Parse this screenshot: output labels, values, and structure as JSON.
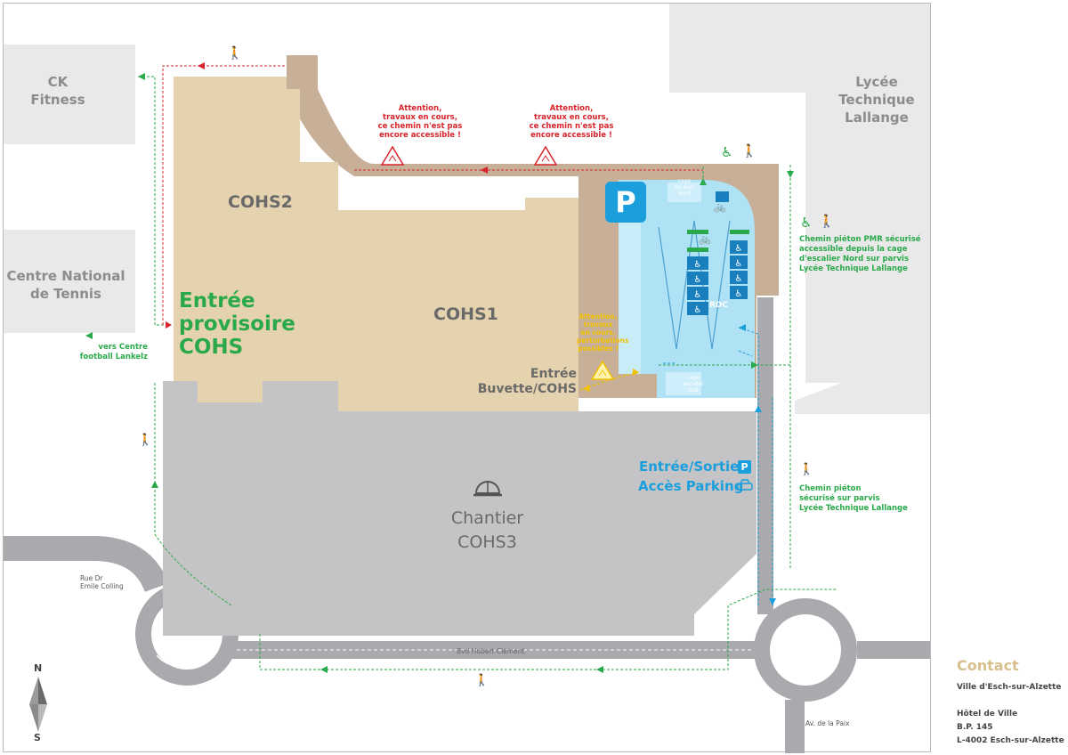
{
  "buildings": {
    "ck_fitness": "CK\nFitness",
    "lycee": "Lycée\nTechnique\nLallange",
    "tennis": "Centre National\nde Tennis"
  },
  "zones": {
    "cohs2": "COHS2",
    "cohs1": "COHS1",
    "chantier": "Chantier\nCOHS3",
    "entree_provisoire": "Entrée\nprovisoire\nCOHS",
    "entree_buvette": "Entrée\nBuvette/COHS"
  },
  "warnings": {
    "works_1": "Attention,\ntravaux en cours,\nce chemin n'est pas\nencore accessible !",
    "works_2": "Attention,\ntravaux en cours,\nce chemin n'est pas\nencore accessible !",
    "works_3": "Attention,\ntravaux\nen cours,\nperturbations\npossibles !"
  },
  "paths": {
    "vers_lankelz": "vers Centre\nfootball Lankelz",
    "pmr_nord": "Chemin piéton PMR sécurisé\naccessible depuis la cage\nd'escalier Nord sur parvis\nLycée Technique Lallange",
    "pieton_securise": "Chemin piéton\nsécurisé sur parvis\nLycée Technique Lallange"
  },
  "parking": {
    "icon_letter": "P",
    "entree_sortie": "Entrée/Sortie",
    "acces": "Accès Parking",
    "rdc": "RDC",
    "cage_nord": "cage\nescalier\nNord",
    "cage_sud": "cage\nescalier\nSud"
  },
  "streets": {
    "rue_colling": "Rue Dr\nEmile Colling",
    "bvd_clement": "Bvd Hubert Clément",
    "av_paix": "Av. de la Paix"
  },
  "compass": {
    "north": "N",
    "south": "S"
  },
  "contact": {
    "title": "Contact",
    "city": "Ville d'Esch-sur-Alzette",
    "line1": "Hôtel de Ville",
    "line2": "B.P. 145",
    "line3": "L-4002 Esch-sur-Alzette"
  },
  "colors": {
    "building_tan": "#e5d2ae",
    "path_brown": "#c8b098",
    "construction_gray": "#c4c4c6",
    "parking_blue": "#aee2f4",
    "accent_blue": "#1a9fdc",
    "accent_green": "#2aa94a",
    "accent_red": "#d8232a",
    "warning_yellow": "#f2c200",
    "contact_gold": "#d8c08c"
  },
  "icons": [
    "pedestrian-icon",
    "wheelchair-icon",
    "construction-warning-icon",
    "parking-icon",
    "bicycle-icon",
    "hard-hat-icon",
    "car-icon",
    "compass-icon"
  ]
}
